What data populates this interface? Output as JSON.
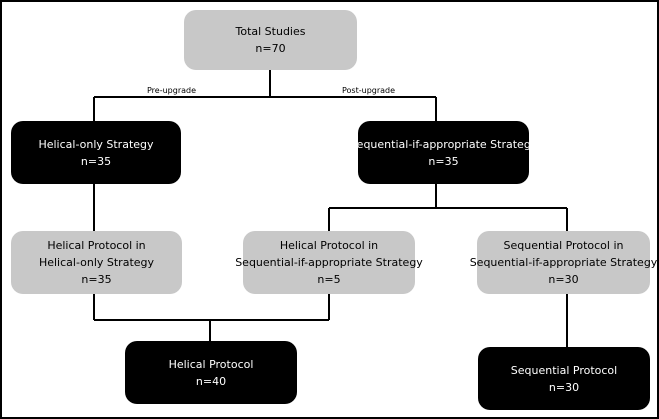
{
  "nodes": {
    "total": {
      "title": "Total Studies",
      "count": "n=70"
    },
    "helical_only_strategy": {
      "title": "Helical-only Strategy",
      "count": "n=35"
    },
    "sequential_strategy": {
      "title": "Sequential-if-appropriate Strategy",
      "count": "n=35"
    },
    "helical_in_helical": {
      "line1": "Helical Protocol in",
      "line2": "Helical-only Strategy",
      "count": "n=35"
    },
    "helical_in_sequential": {
      "line1": "Helical Protocol in",
      "line2": "Sequential-if-appropriate Strategy",
      "count": "n=5"
    },
    "sequential_in_sequential": {
      "line1": "Sequential Protocol in",
      "line2": "Sequential-if-appropriate Strategy",
      "count": "n=30"
    },
    "helical_protocol": {
      "title": "Helical Protocol",
      "count": "n=40"
    },
    "sequential_protocol": {
      "title": "Sequential Protocol",
      "count": "n=30"
    }
  },
  "edge_labels": {
    "pre_upgrade": "Pre-upgrade",
    "post_upgrade": "Post-upgrade"
  },
  "colors": {
    "grey_box": "#c8c8c8",
    "dark_box": "#000000",
    "connector": "#000000"
  }
}
